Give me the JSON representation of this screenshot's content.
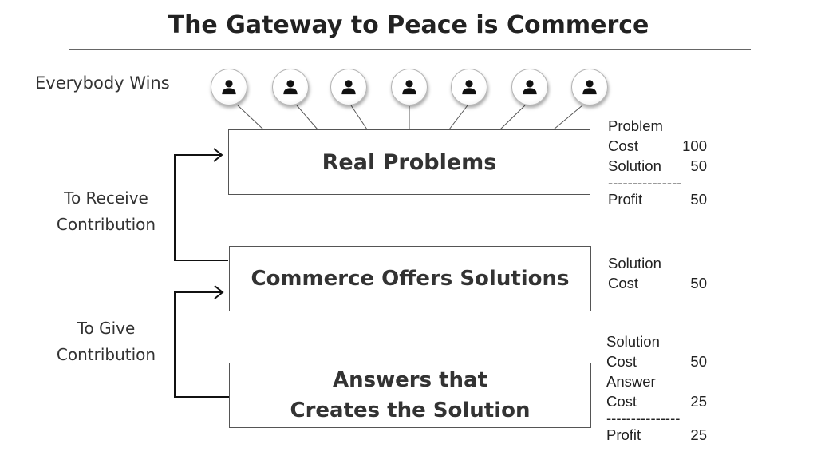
{
  "title": "The Gateway to Peace is Commerce",
  "everybody_label": "Everybody Wins",
  "person_icon": "person-icon",
  "people_count_shown": 7,
  "receive_label": [
    "To Receive",
    "Contribution"
  ],
  "give_label": [
    "To Give",
    "Contribution"
  ],
  "boxes": {
    "real_problems": "Real Problems",
    "commerce": "Commerce Offers Solutions",
    "answers": [
      "Answers that",
      "Creates the Solution"
    ]
  },
  "calc_problems": {
    "heading": "Problem",
    "rows": [
      {
        "label": "Cost",
        "value": "100"
      },
      {
        "label": "Solution",
        "value": "50"
      }
    ],
    "separator": "---------------",
    "total": {
      "label": "Profit",
      "value": "50"
    }
  },
  "calc_commerce": {
    "heading": "Solution",
    "rows": [
      {
        "label": "Cost",
        "value": "50"
      }
    ]
  },
  "calc_answers": {
    "heading": "Solution",
    "row1": {
      "label": "Cost",
      "value": "50"
    },
    "heading2": "Answer",
    "row2": {
      "label": "Cost",
      "value": "25"
    },
    "separator": "---------------",
    "total": {
      "label": "Profit",
      "value": "25"
    }
  }
}
